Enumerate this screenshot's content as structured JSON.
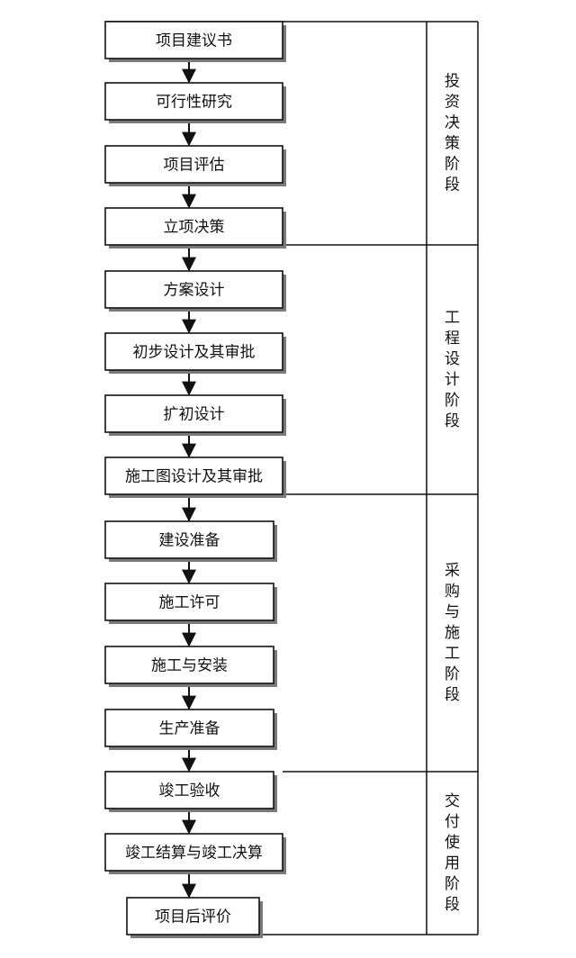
{
  "steps": [
    "项目建议书",
    "可行性研究",
    "项目评估",
    "立项决策",
    "方案设计",
    "初步设计及其审批",
    "扩初设计",
    "施工图设计及其审批",
    "建设准备",
    "施工许可",
    "施工与安装",
    "生产准备",
    "竣工验收",
    "竣工结算与竣工决算",
    "项目后评价"
  ],
  "stages": [
    {
      "label": "投资决策阶段",
      "steps": 4
    },
    {
      "label": "工程设计阶段",
      "steps": 4
    },
    {
      "label": "采购与施工阶段",
      "steps": 4
    },
    {
      "label": "交付使用阶段",
      "steps": 3
    }
  ],
  "colors": {
    "line": "#111111",
    "shadow": "#7a7a7a",
    "box_fill": "#ffffff"
  }
}
